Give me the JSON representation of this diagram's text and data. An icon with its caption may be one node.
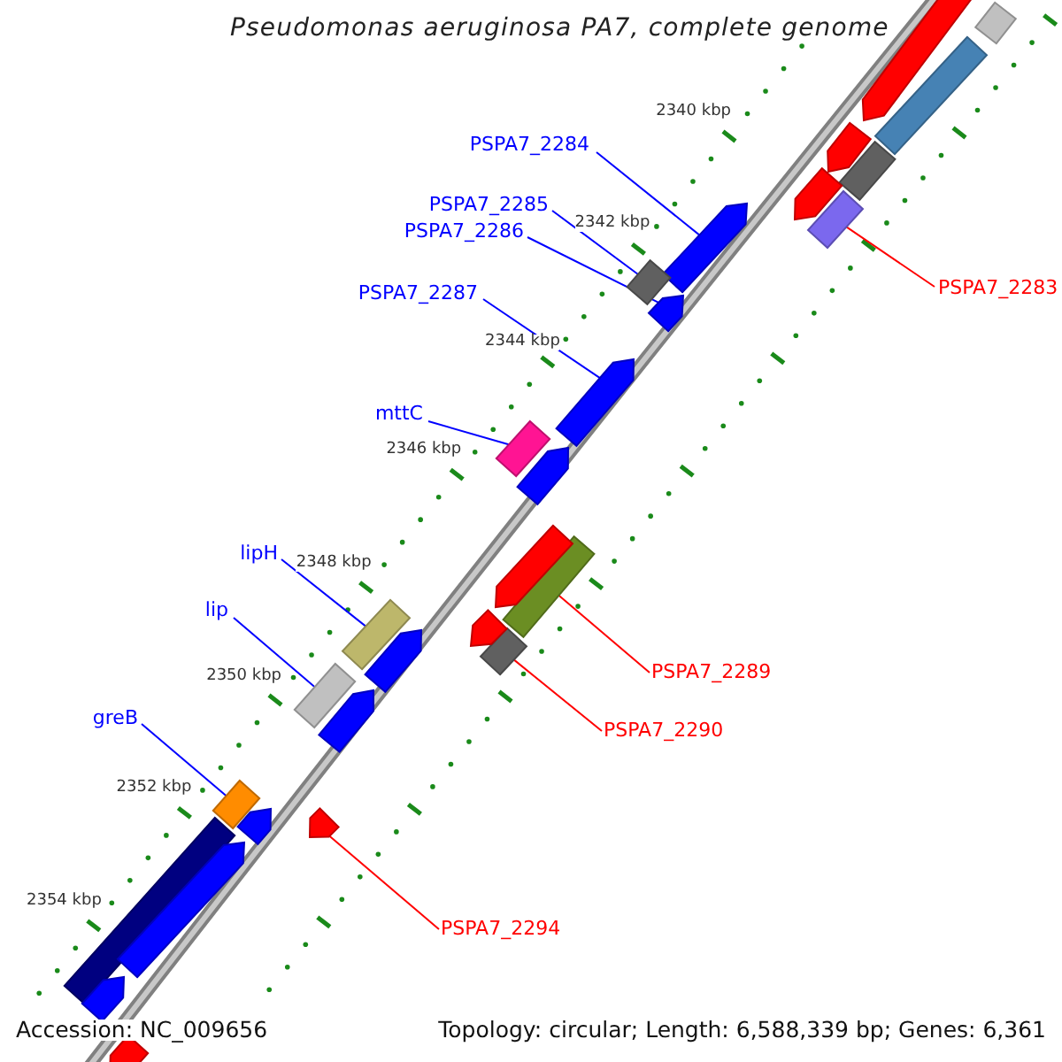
{
  "diagram": {
    "title": "Pseudomonas aeruginosa PA7, complete genome",
    "nodes": [
      {
        "text": [
          "PSPA7_2284"
        ]
      },
      {
        "text": [
          "PSPA7_2285"
        ]
      },
      {
        "text": [
          "PSPA7_2286"
        ]
      },
      {
        "text": [
          "PSPA7_2283"
        ]
      },
      {
        "text": [
          "PSPA7_2287"
        ]
      },
      {
        "text": [
          "mttC"
        ]
      },
      {
        "text": [
          "lipH"
        ]
      },
      {
        "text": [
          "lip"
        ]
      },
      {
        "text": [
          "PSPA7_2289"
        ]
      },
      {
        "text": [
          "greB"
        ]
      },
      {
        "text": [
          "PSPA7_2290"
        ]
      },
      {
        "text": [
          "PSPA7_2294"
        ]
      },
      {
        "text": [],
        "shape": "arrow"
      },
      {
        "text": [],
        "shape": "box"
      },
      {
        "text": [],
        "shape": "arrow"
      },
      {
        "text": [],
        "shape": "box"
      },
      {
        "text": [],
        "shape": "arrow"
      },
      {
        "text": [],
        "shape": "box"
      },
      {
        "text": [],
        "shape": "box"
      },
      {
        "text": [],
        "shape": "box"
      },
      {
        "text": [],
        "shape": "box"
      },
      {
        "text": [],
        "shape": "box"
      },
      {
        "text": [],
        "shape": "box"
      },
      {
        "text": [],
        "shape": "arrow"
      },
      {
        "text": [],
        "shape": "box"
      },
      {
        "text": [],
        "shape": "arrow"
      },
      {
        "text": [],
        "shape": "box"
      },
      {
        "text": [],
        "shape": "arrow"
      },
      {
        "text": [],
        "shape": "box"
      },
      {
        "text": [],
        "shape": "arrow"
      },
      {
        "text": [],
        "shape": "arrow"
      },
      {
        "text": [],
        "shape": "arrow"
      },
      {
        "text": [],
        "shape": "arrow"
      },
      {
        "text": [],
        "shape": "arrow"
      },
      {
        "text": [],
        "shape": "arrow"
      },
      {
        "text": [],
        "shape": "arrow"
      },
      {
        "text": [],
        "shape": "box"
      },
      {
        "text": [],
        "shape": "arrow"
      },
      {
        "text": [],
        "shape": "arrow"
      },
      {
        "text": [],
        "shape": "arrow"
      }
    ],
    "edges": [
      {
        "from": 0,
        "to": 12,
        "arrow": "none"
      },
      {
        "from": 1,
        "to": 13,
        "arrow": "none"
      },
      {
        "from": 2,
        "to": 14,
        "arrow": "none"
      },
      {
        "from": 3,
        "to": 15,
        "arrow": "none",
        "color": "#ff0000"
      },
      {
        "from": 4,
        "to": 16,
        "arrow": "none"
      },
      {
        "from": 5,
        "to": 17,
        "arrow": "none"
      },
      {
        "from": 6,
        "to": 18,
        "arrow": "none"
      },
      {
        "from": 7,
        "to": 19,
        "arrow": "none"
      },
      {
        "from": 8,
        "to": 20,
        "arrow": "none",
        "color": "#ff0000"
      },
      {
        "from": 9,
        "to": 21,
        "arrow": "none"
      },
      {
        "from": 10,
        "to": 22,
        "arrow": "none",
        "color": "#ff0000"
      },
      {
        "from": 11,
        "to": 23,
        "arrow": "none",
        "color": "#ff0000"
      }
    ],
    "labels": [
      "2340 kbp",
      "2342 kbp",
      "2344 kbp",
      "2346 kbp",
      "2348 kbp",
      "2350 kbp",
      "2352 kbp",
      "2354 kbp",
      "Accession: NC_009656",
      "Topology: circular; Length: 6,588,339 bp; Genes: 6,361"
    ]
  }
}
